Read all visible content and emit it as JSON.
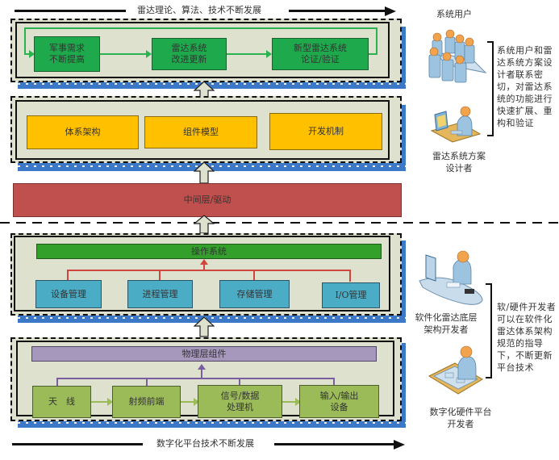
{
  "top_arrow": {
    "label": "雷达理论、算法、技术不断发展"
  },
  "bottom_arrow": {
    "label": "数字化平台技术不断发展"
  },
  "layers": {
    "application": {
      "boxes": [
        {
          "label_line1": "军事需求",
          "label_line2": "不断提高"
        },
        {
          "label_line1": "雷达系统",
          "label_line2": "改进更新"
        },
        {
          "label_line1": "新型雷达系统",
          "label_line2": "论证/验证"
        }
      ]
    },
    "framework": {
      "boxes": [
        {
          "label": "体系架构"
        },
        {
          "label": "组件模型"
        },
        {
          "label": "开发机制"
        }
      ]
    },
    "middleware": {
      "label": "中间层/驱动"
    },
    "os": {
      "title": "操作系统",
      "boxes": [
        {
          "label": "设备管理"
        },
        {
          "label": "进程管理"
        },
        {
          "label": "存储管理"
        },
        {
          "label": "I/O管理"
        }
      ]
    },
    "physical": {
      "title": "物理层组件",
      "boxes": [
        {
          "label_line1": "天　线",
          "label_line2": ""
        },
        {
          "label_line1": "射频前端",
          "label_line2": ""
        },
        {
          "label_line1": "信号/数据",
          "label_line2": "处理机"
        },
        {
          "label_line1": "输入/输出",
          "label_line2": "设备"
        }
      ]
    }
  },
  "roles": {
    "system_users": {
      "label": "系统用户",
      "icon": "meeting-people-icon"
    },
    "radar_designer": {
      "label_line1": "雷达系统方案",
      "label_line2": "设计者",
      "icon": "designer-workstation-icon"
    },
    "software_developer": {
      "label_line1": "软件化雷达底层",
      "label_line2": "架构开发者",
      "icon": "developer-workstation-icon"
    },
    "hardware_developer": {
      "label_line1": "数字化硬件平台",
      "label_line2": "开发者",
      "icon": "drafting-table-icon"
    }
  },
  "notes": {
    "upper": "系统用户和雷达系统方案设计者联系密切，对雷达系统的功能进行快速扩展、重构和验证",
    "lower": "软/硬件开发者可以在软件化雷达体系架构规范的指导下，不断更新平台技术"
  },
  "colors": {
    "app_box": "#1fa94d",
    "framework_box": "#ffc000",
    "middleware": "#c0504d",
    "os_bar": "#33a02c",
    "os_box": "#4bacc6",
    "physical_bar": "#a697bd",
    "physical_box": "#9bbb59",
    "panel_bg": "#dde1cd",
    "shadow": "#3c78c8"
  }
}
